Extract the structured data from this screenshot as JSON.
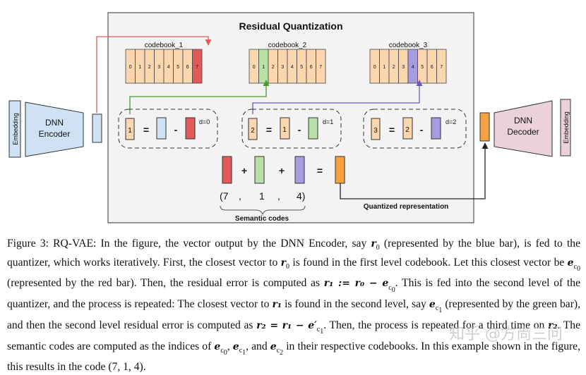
{
  "diagram": {
    "title": "Residual Quantization",
    "encoder": {
      "embedding_label": "Embedding",
      "line1": "DNN",
      "line2": "Encoder"
    },
    "decoder": {
      "embedding_label": "Embedding",
      "line1": "DNN",
      "line2": "Decoder"
    },
    "codebooks": [
      {
        "label": "codebook_1",
        "cells": [
          "0",
          "1",
          "2",
          "3",
          "4",
          "5",
          "6",
          "7"
        ],
        "highlight_index": 7,
        "highlight_color": "#e05a5a"
      },
      {
        "label": "codebook_2",
        "cells": [
          "0",
          "1",
          "2",
          "3",
          "4",
          "5",
          "6",
          "7"
        ],
        "highlight_index": 1,
        "highlight_color": "#b9e0a5"
      },
      {
        "label": "codebook_3",
        "cells": [
          "0",
          "1",
          "2",
          "3",
          "4",
          "5",
          "6",
          "7"
        ],
        "highlight_index": 4,
        "highlight_color": "#a89be0"
      }
    ],
    "residual_levels": [
      {
        "residual": "1",
        "equals": "=",
        "minus": "-",
        "distance": "d=0"
      },
      {
        "residual": "2",
        "left": "1",
        "equals": "=",
        "minus": "-",
        "distance": "d=1"
      },
      {
        "residual": "3",
        "left": "2",
        "equals": "=",
        "minus": "-",
        "distance": "d=2"
      }
    ],
    "sum_row": {
      "plus1": "+",
      "plus2": "+",
      "equals": "="
    },
    "codes": [
      "(7",
      ",",
      "1",
      ",",
      "4)"
    ],
    "semantic_codes_label": "Semantic codes",
    "quantized_label": "Quantized representation",
    "colors": {
      "cell": "#fbd7b0",
      "cell_border": "#e09a57",
      "blue": "#cfe2f3",
      "red": "#e05a5a",
      "green": "#b9e0a5",
      "purple": "#a89be0",
      "orange": "#f5a142",
      "pink": "#ead1dc",
      "panel": "#f3f3f3"
    }
  },
  "caption": {
    "figure_label": "Figure 3:",
    "s1": " RQ-VAE: In the figure, the vector output by the DNN Encoder, say ",
    "r0": "r",
    "r0_sub": "0",
    "s2": " (represented by the blue bar), is fed to the quantizer, which works iteratively. First, the closest vector to ",
    "s3": " is found in the first level codebook. Let this closest vector be ",
    "e": "e",
    "ec0_sub": "c",
    "ec0_subsub": "0",
    "s4": " (represented by the red bar). Then, the residual error is computed as ",
    "eq1": "r₁ := r₀ − e",
    "s5": ". This is fed into the second level of the quantizer, and the process is repeated: The closest vector to ",
    "r1": "r₁",
    "s6": " is found in the second level, say ",
    "ec1": "e",
    "s7": " (represented by the green bar), and then the second level residual error is computed as ",
    "eq2": "r₂ = r₁ − e′",
    "s8": ". Then, the process is repeated for a third time on ",
    "r2": "r₂",
    "s9": ". The semantic codes are computed as the indices of ",
    "list": "e",
    "s10": " in their respective codebooks. In this example shown in the figure, this results in the code (7, 1, 4)."
  },
  "watermark": "知乎 @方尚三问"
}
